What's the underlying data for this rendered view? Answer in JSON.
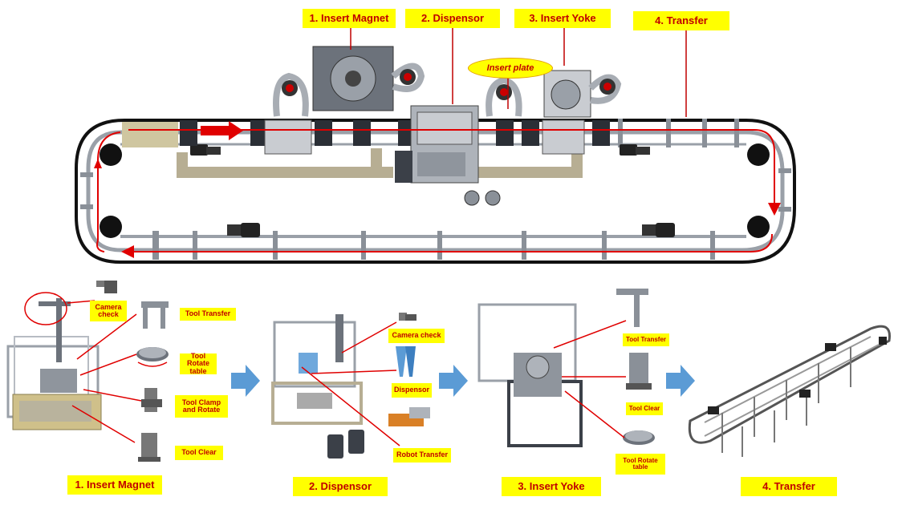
{
  "layout_labels": {
    "insert_magnet": "1. Insert Magnet",
    "dispensor": "2. Dispensor",
    "insert_yoke": "3. Insert Yoke",
    "transfer": "4. Transfer",
    "insert_plate": "Insert plate"
  },
  "station_labels": {
    "insert_magnet": "1. Insert Magnet",
    "dispensor": "2. Dispensor",
    "insert_yoke": "3. Insert Yoke",
    "transfer": "4. Transfer"
  },
  "callouts": {
    "magnet_camera_check": "Camera check",
    "magnet_tool_transfer": "Tool Transfer",
    "magnet_tool_rotate_table": "Tool Rotate table",
    "magnet_tool_clamp_rotate": "Tool Clamp and Rotate",
    "magnet_tool_clear": "Tool Clear",
    "dispensor_camera_check": "Camera check",
    "dispensor_dispensor": "Dispensor",
    "dispensor_robot_transfer": "Robot Transfer",
    "yoke_tool_transfer": "Tool Transfer",
    "yoke_tool_clear": "Tool Clear",
    "yoke_tool_rotate_table": "Tool Rotate table"
  },
  "colors": {
    "label_bg": "#ffff00",
    "label_text": "#c00000",
    "flow_arrow": "#e00000",
    "next_arrow": "#5b9bd5",
    "track": "#111111",
    "machine": "#9aa0a8"
  }
}
